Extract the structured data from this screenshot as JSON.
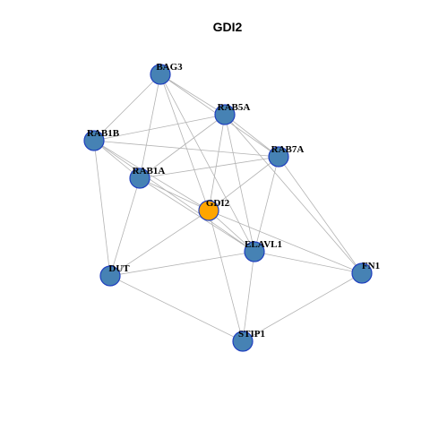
{
  "title": "GDI2",
  "colors": {
    "node": "#4682b4",
    "center": "#ffa500",
    "stroke": "#1f3fbf",
    "edge": "#b3b3b3"
  },
  "nodes": [
    {
      "id": "BAG3",
      "label": "BAG3"
    },
    {
      "id": "RAB5A",
      "label": "RAB5A"
    },
    {
      "id": "RAB1B",
      "label": "RAB1B"
    },
    {
      "id": "RAB7A",
      "label": "RAB7A"
    },
    {
      "id": "RAB1A",
      "label": "RAB1A"
    },
    {
      "id": "GDI2",
      "label": "GDI2",
      "center": true
    },
    {
      "id": "ELAVL1",
      "label": "ELAVL1"
    },
    {
      "id": "DUT",
      "label": "DUT"
    },
    {
      "id": "FN1",
      "label": "FN1"
    },
    {
      "id": "STIP1",
      "label": "STIP1"
    }
  ],
  "edges": [
    [
      "BAG3",
      "RAB5A"
    ],
    [
      "BAG3",
      "RAB7A"
    ],
    [
      "BAG3",
      "RAB1B"
    ],
    [
      "BAG3",
      "RAB1A"
    ],
    [
      "BAG3",
      "GDI2"
    ],
    [
      "BAG3",
      "ELAVL1"
    ],
    [
      "RAB5A",
      "RAB1B"
    ],
    [
      "RAB5A",
      "RAB7A"
    ],
    [
      "RAB5A",
      "RAB1A"
    ],
    [
      "RAB5A",
      "GDI2"
    ],
    [
      "RAB5A",
      "ELAVL1"
    ],
    [
      "RAB5A",
      "FN1"
    ],
    [
      "RAB1B",
      "RAB7A"
    ],
    [
      "RAB1B",
      "RAB1A"
    ],
    [
      "RAB1B",
      "GDI2"
    ],
    [
      "RAB1B",
      "DUT"
    ],
    [
      "RAB1B",
      "ELAVL1"
    ],
    [
      "RAB7A",
      "RAB1A"
    ],
    [
      "RAB7A",
      "GDI2"
    ],
    [
      "RAB7A",
      "ELAVL1"
    ],
    [
      "RAB7A",
      "FN1"
    ],
    [
      "RAB1A",
      "GDI2"
    ],
    [
      "RAB1A",
      "ELAVL1"
    ],
    [
      "RAB1A",
      "DUT"
    ],
    [
      "GDI2",
      "ELAVL1"
    ],
    [
      "GDI2",
      "DUT"
    ],
    [
      "GDI2",
      "STIP1"
    ],
    [
      "GDI2",
      "FN1"
    ],
    [
      "ELAVL1",
      "DUT"
    ],
    [
      "ELAVL1",
      "FN1"
    ],
    [
      "ELAVL1",
      "STIP1"
    ],
    [
      "DUT",
      "STIP1"
    ],
    [
      "FN1",
      "STIP1"
    ]
  ]
}
